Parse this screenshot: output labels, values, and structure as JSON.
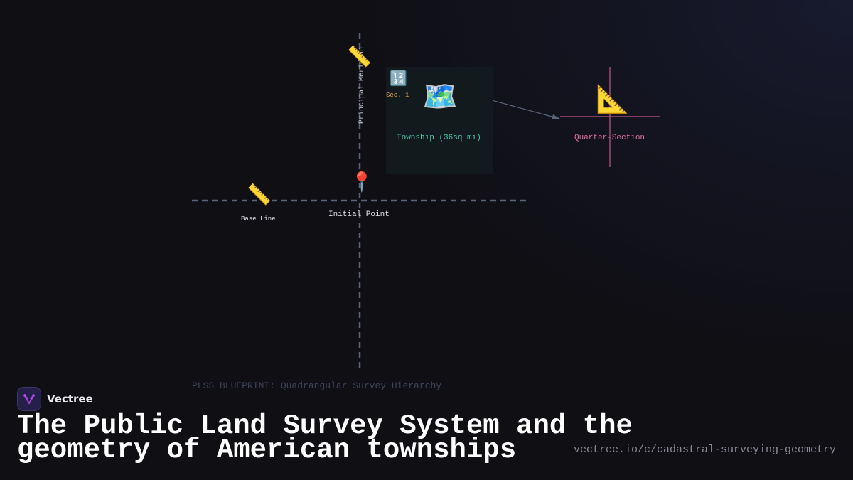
{
  "diagram": {
    "caption": "PLSS BLUEPRINT: Quadrangular Survey Hierarchy",
    "principal_meridian_label": "Principal Meridian",
    "base_line_label": "Base Line",
    "initial_point_label": "Initial Point",
    "township_label": "Township (36sq mi)",
    "section_label": "Sec. 1",
    "quarter_section_label": "Quarter-Section",
    "icons": {
      "ruler": "ruler-icon",
      "pin": "round-pushpin-icon",
      "map": "world-map-icon",
      "numbers": "numbers-1234-icon",
      "triangle_ruler": "triangular-ruler-icon"
    },
    "colors": {
      "township": "#4ec9b0",
      "section": "#e0a040",
      "quarter": "#e070a0",
      "axes": "#5a6378"
    }
  },
  "brand": {
    "name": "Vectree"
  },
  "title": "The Public Land Survey System and the geometry of American townships",
  "url": "vectree.io/c/cadastral-surveying-geometry"
}
